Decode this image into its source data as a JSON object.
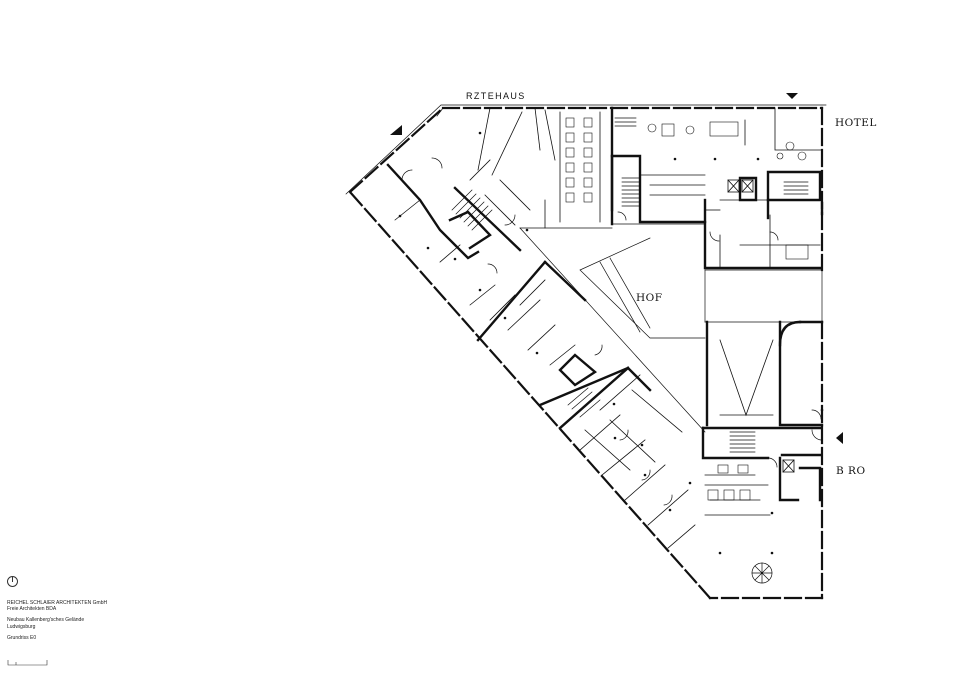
{
  "labels": {
    "aerztehaus": "RZTEHAUS",
    "hotel": "HOTEL",
    "hof": "HOF",
    "buero": "B RO"
  },
  "title_block": {
    "line1": "REICHEL SCHLAIER ARCHITEKTEN GmbH",
    "line2": "Freie Architekten BDA",
    "line3": "Neubau Kallenberg'sches Gelände",
    "line4": "Ludwigsburg",
    "line5": "Grundriss E0"
  },
  "colors": {
    "ink": "#111111",
    "background": "#ffffff"
  },
  "icons": {
    "north": "north-arrow-icon",
    "entrance": "entrance-marker-icon",
    "scale": "scale-bar-icon"
  }
}
